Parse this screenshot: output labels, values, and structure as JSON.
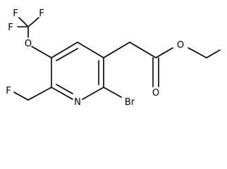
{
  "molecule": {
    "atoms": {
      "f_top_left": "F",
      "f_top_mid": "F",
      "f_left": "F",
      "o_ether": "O",
      "f_fluoromethyl": "F",
      "n_ring": "N",
      "br": "Br",
      "o_carbonyl": "O",
      "o_ester": "O"
    }
  }
}
